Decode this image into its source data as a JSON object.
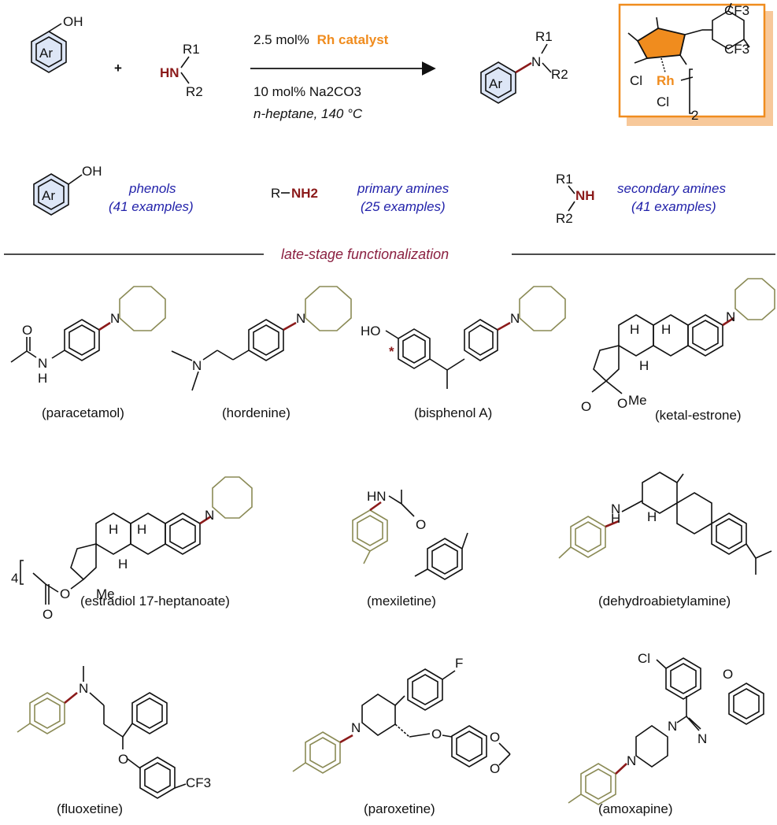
{
  "scheme": {
    "reagent_line1_prefix": "2.5 mol%",
    "reagent_line1_catalyst": "Rh catalyst",
    "reagent_line2": "10 mol% Na2CO3",
    "reagent_line3": "n-heptane, 140 °C",
    "plus": "+",
    "ar": "Ar",
    "oh": "OH",
    "hn": "HN",
    "n": "N",
    "r1": "R1",
    "r2": "R2",
    "catalyst_cf3_top": "CF3",
    "catalyst_cf3_right": "CF3",
    "catalyst_rh": "Rh",
    "catalyst_cl1": "Cl",
    "catalyst_cl2": "Cl",
    "catalyst_sub2": "2"
  },
  "scope": {
    "phenols_label": "phenols",
    "phenols_count": "(41 examples)",
    "primary_label": "primary amines",
    "primary_count": "(25 examples)",
    "secondary_label": "secondary amines",
    "secondary_count": "(41 examples)",
    "r_prefix": "R",
    "nh2": "NH2",
    "nh": "NH"
  },
  "section_title": "late-stage functionalization",
  "compounds": [
    {
      "name": "(paracetamol)"
    },
    {
      "name": "(hordenine)"
    },
    {
      "name": "(bisphenol A)"
    },
    {
      "name": "(ketal-estrone)"
    },
    {
      "name": "(estradiol 17-heptanoate)"
    },
    {
      "name": "(mexiletine)"
    },
    {
      "name": "(dehydroabietylamine)"
    },
    {
      "name": "(fluoxetine)"
    },
    {
      "name": "(paroxetine)"
    },
    {
      "name": "(amoxapine)"
    }
  ],
  "atoms": {
    "o": "O",
    "n": "N",
    "h": "H",
    "ho": "HO",
    "me": "Me",
    "f": "F",
    "cl": "Cl",
    "cf3": "CF3",
    "hn": "HN",
    "star": "*",
    "four": "4"
  },
  "colors": {
    "catalyst_orange": "#f08c1e",
    "amine_red": "#8b1a1a",
    "scope_blue": "#2222aa",
    "section_maroon": "#8a2040",
    "ring_olive": "#8a8a55",
    "aromatic_fill": "#dde6f6"
  }
}
